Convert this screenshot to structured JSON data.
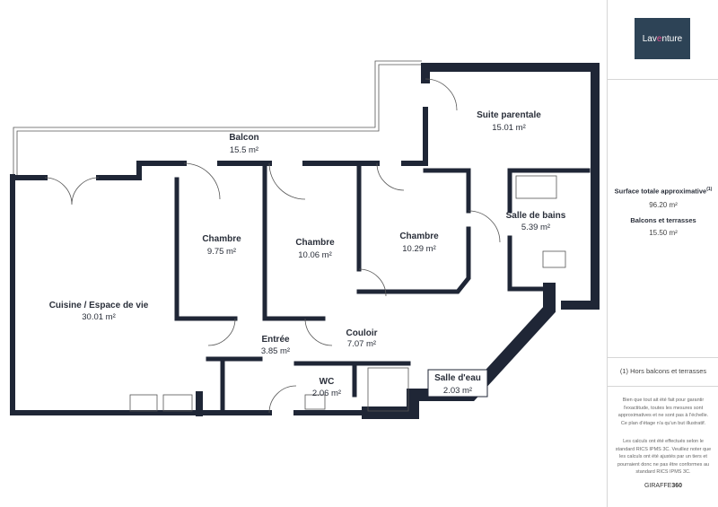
{
  "logo": {
    "text_before": "Lav",
    "text_accent": "e",
    "text_after": "nture",
    "accent_color": "#e8528f",
    "bg_color": "#2d4356"
  },
  "rooms": [
    {
      "name": "Balcon",
      "area": "15.5 m²"
    },
    {
      "name": "Suite parentale",
      "area": "15.01 m²"
    },
    {
      "name": "Chambre",
      "area": "9.75 m²"
    },
    {
      "name": "Chambre",
      "area": "10.06 m²"
    },
    {
      "name": "Chambre",
      "area": "10.29 m²"
    },
    {
      "name": "Salle de bains",
      "area": "5.39 m²"
    },
    {
      "name": "Cuisine / Espace de vie",
      "area": "30.01 m²"
    },
    {
      "name": "Entrée",
      "area": "3.85 m²"
    },
    {
      "name": "Couloir",
      "area": "7.07 m²"
    },
    {
      "name": "WC",
      "area": "2.06 m²"
    },
    {
      "name": "Salle d'eau",
      "area": "2.03 m²"
    }
  ],
  "summary": {
    "total_label": "Surface totale approximative",
    "total_note_mark": "(1)",
    "total_value": "96.20 m²",
    "balcony_label": "Balcons et terrasses",
    "balcony_value": "15.50 m²",
    "footnote": "(1) Hors balcons et terrasses",
    "disclaimer1": "Bien que tout ait été fait pour garantir l'exactitude, toutes les mesures sont approximatives et ne sont pas à l'échelle. Ce plan d'étage n'a qu'un but illustratif.",
    "disclaimer2": "Les calculs ont été effectués selon le standard RICS IPMS 3C. Veuillez noter que les calculs ont été ajustés par un tiers et pourraient donc ne pas être conformes au standard RICS IPMS 3C.",
    "brand_a": "GIRAFFE",
    "brand_b": "360"
  },
  "colors": {
    "wall": "#1f2636"
  }
}
